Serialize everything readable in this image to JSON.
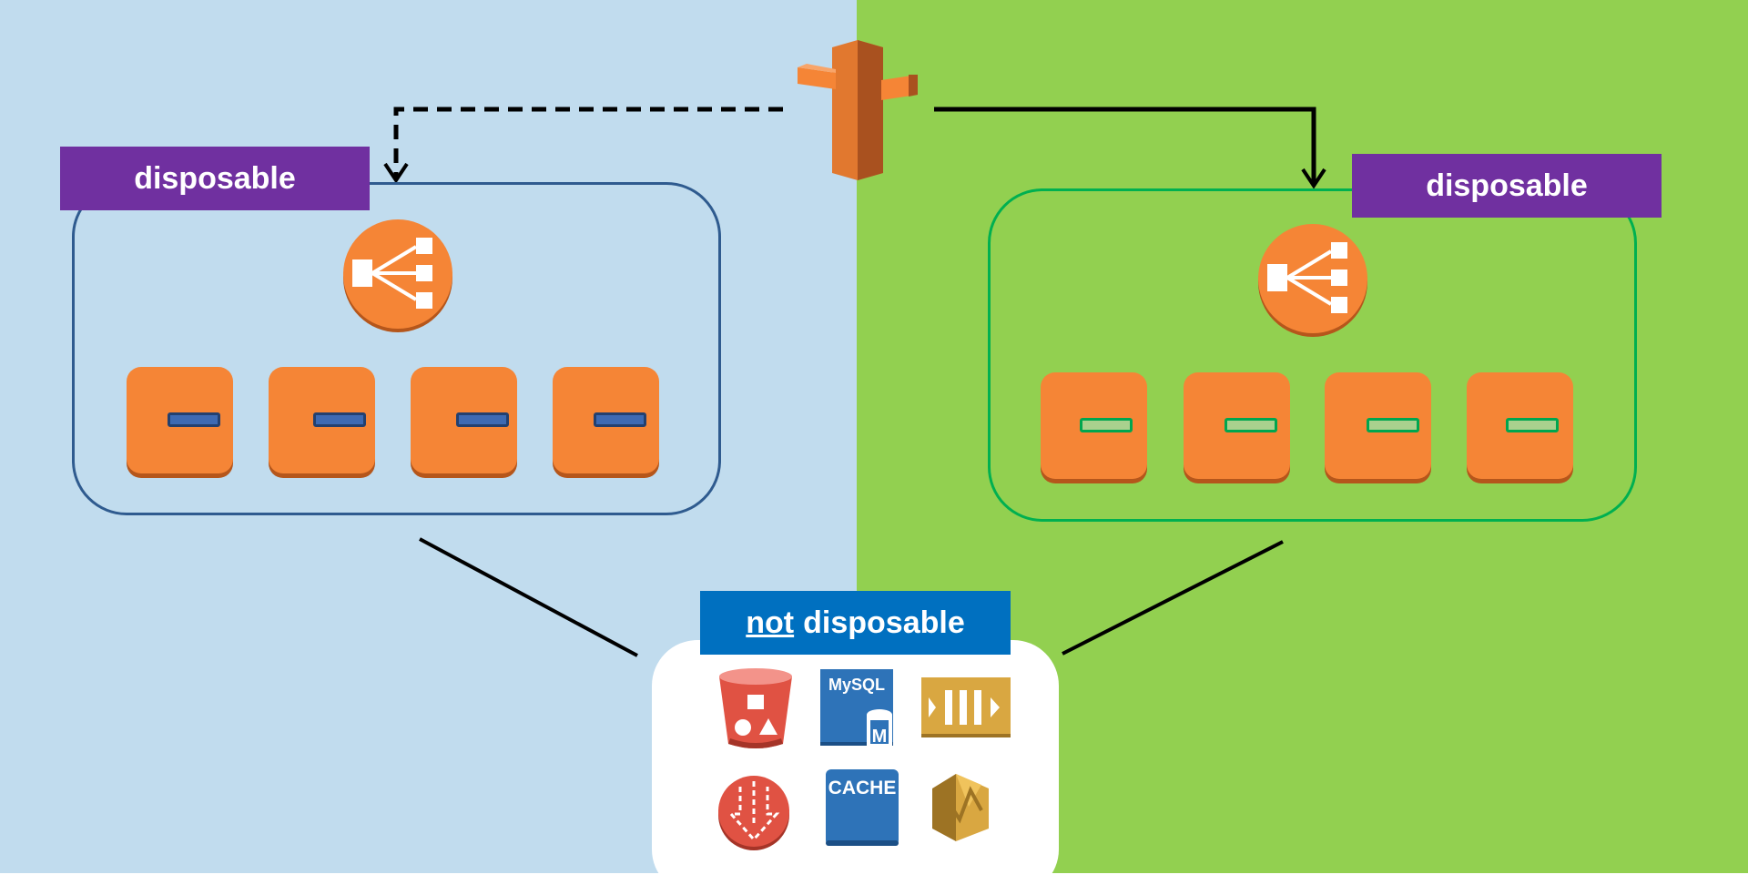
{
  "labels": {
    "left_group": "disposable",
    "right_group": "disposable",
    "persistent_prefix": "not",
    "persistent_suffix": "disposable"
  },
  "icons": {
    "router": "route53-signpost-icon",
    "load_balancer": "load-balancer-icon",
    "instance": "ec2-instance-icon",
    "services": [
      "s3-bucket-icon",
      "rds-mysql-icon",
      "sqs-queue-icon",
      "dynamodb-icon",
      "elasticache-icon",
      "simpledb-icon"
    ]
  },
  "services": {
    "mysql_text": "MySQL",
    "mysql_badge": "M",
    "cache_text": "CACHE"
  },
  "colors": {
    "left_background": "#c1dcee",
    "right_background": "#92d050",
    "label_purple": "#7030a0",
    "not_label_blue": "#0070c0",
    "aws_orange": "#f58536",
    "blue_group_border": "#2f5b8f",
    "green_group_border": "#00b050"
  }
}
